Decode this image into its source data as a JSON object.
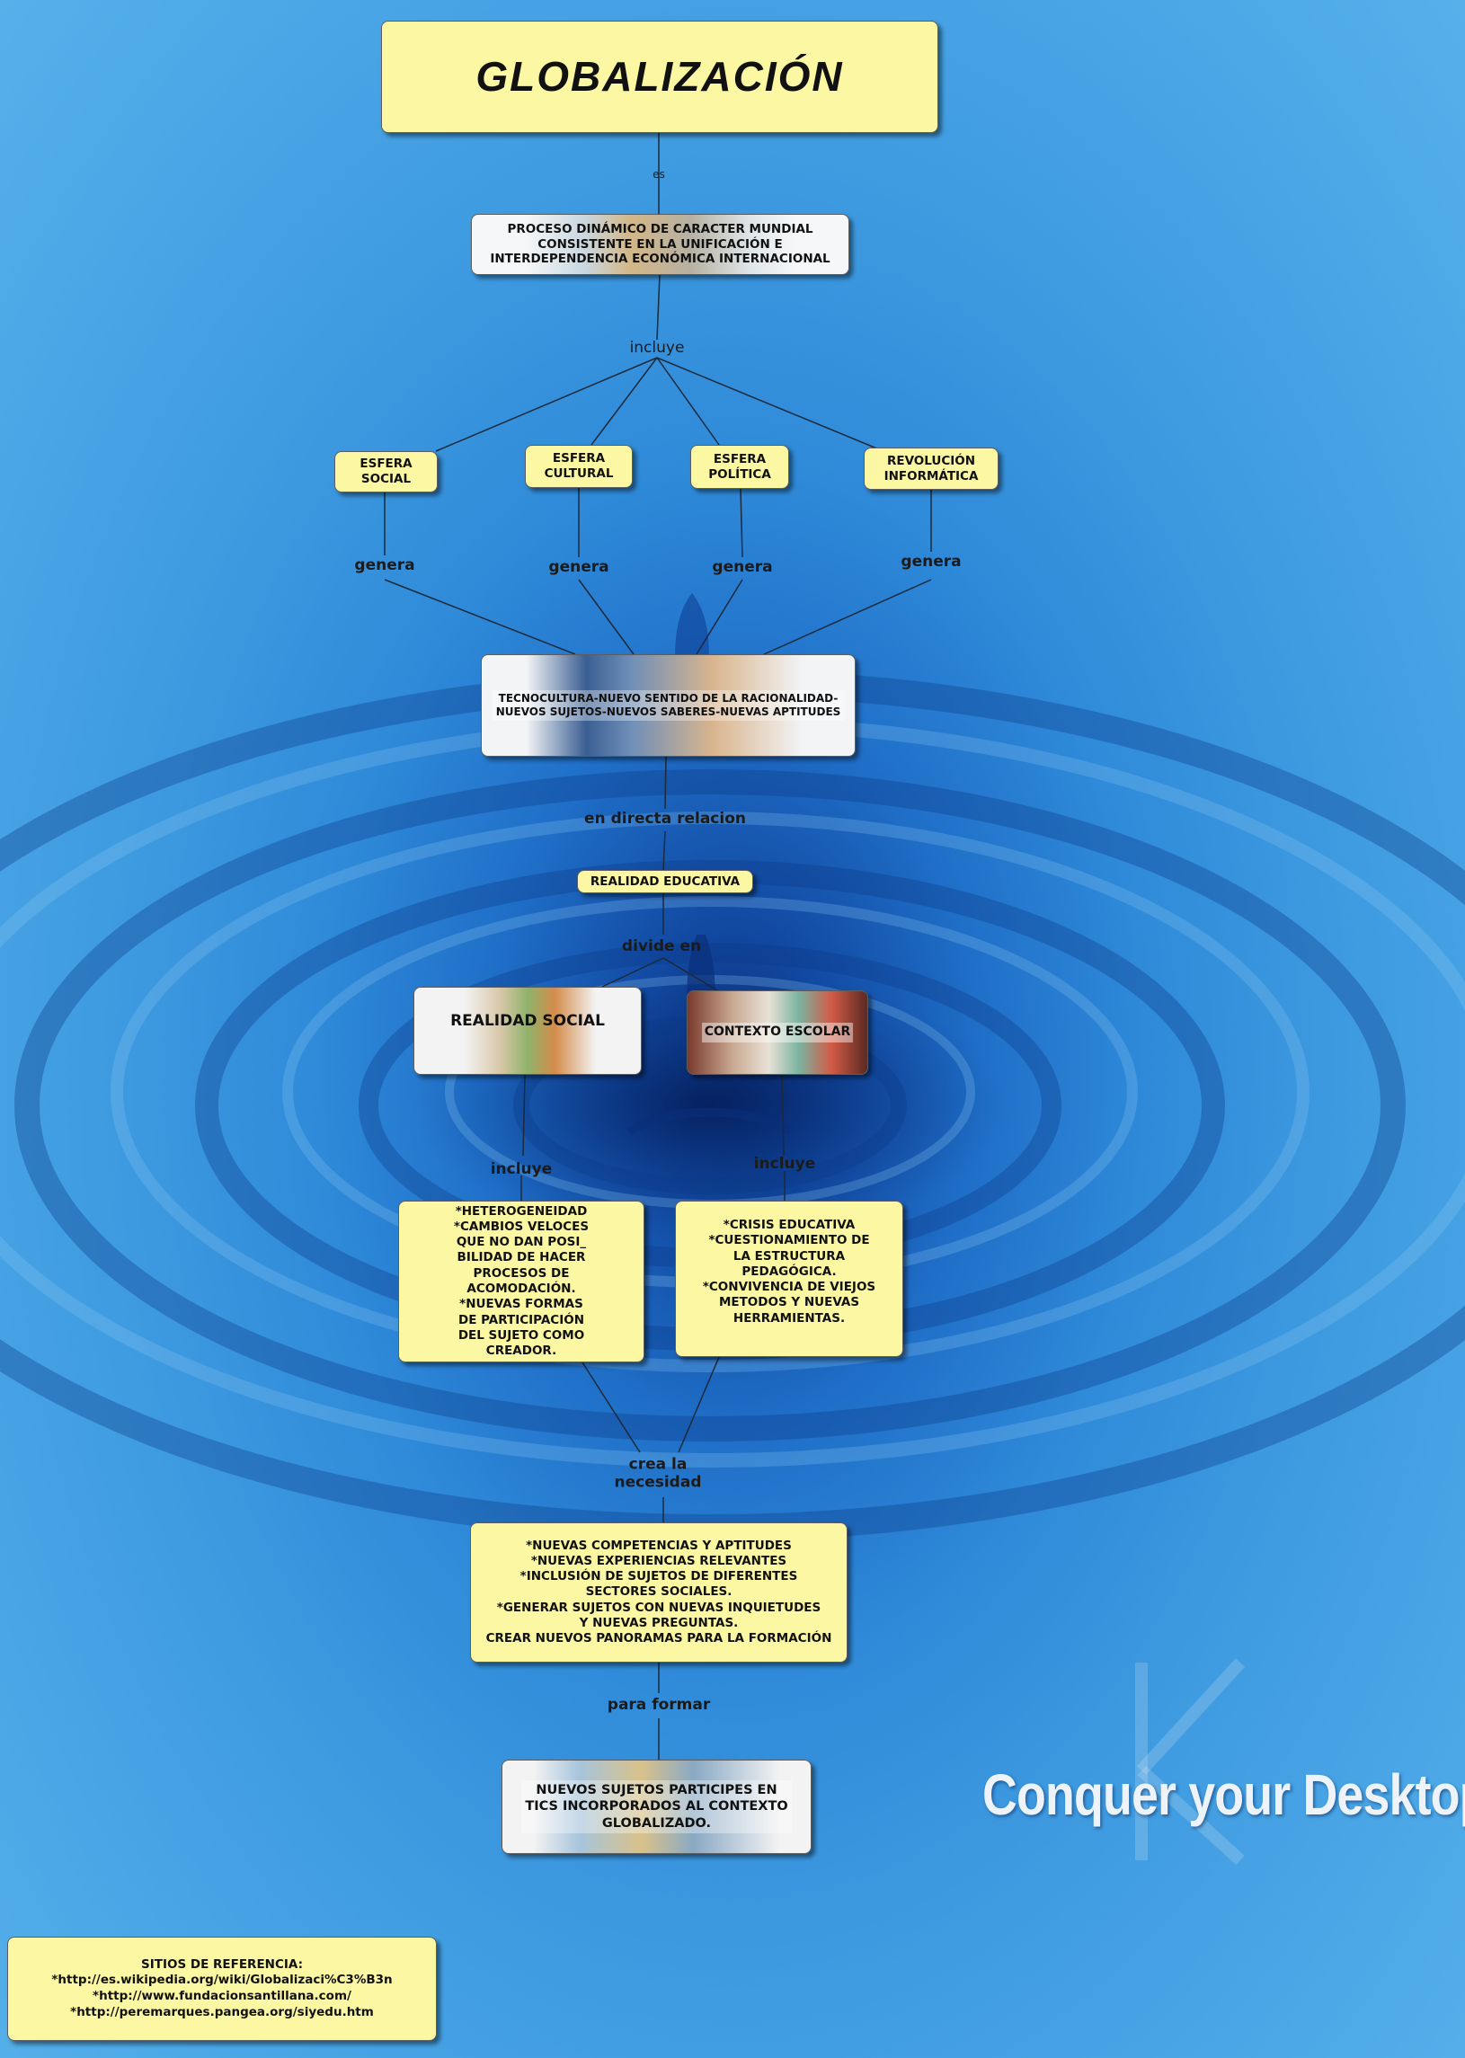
{
  "nodes": {
    "title": "GLOBALIZACIÓN",
    "proceso": "PROCESO DINÁMICO DE CARACTER MUNDIAL\nCONSISTENTE EN LA UNIFICACIÓN E\nINTERDEPENDENCIA ECONÓMICA INTERNACIONAL",
    "esfera_social": "ESFERA\nSOCIAL",
    "esfera_cultural": "ESFERA\nCULTURAL",
    "esfera_politica": "ESFERA\nPOLÍTICA",
    "revolucion": "REVOLUCIÓN\nINFORMÁTICA",
    "tecnocultura": "TECNOCULTURA-NUEVO SENTIDO DE LA RACIONALIDAD-\nNUEVOS SUJETOS-NUEVOS SABERES-NUEVAS APTITUDES",
    "realidad_educativa": "REALIDAD EDUCATIVA",
    "realidad_social": "REALIDAD SOCIAL",
    "contexto_escolar": "CONTEXTO ESCOLAR",
    "heterogeneidad": "*HETEROGENEIDAD\n*CAMBIOS VELOCES\nQUE NO DAN POSI_\nBILIDAD DE HACER\nPROCESOS DE\nACOMODACIÓN.\n*NUEVAS FORMAS\nDE PARTICIPACIÓN\nDEL SUJETO COMO\nCREADOR.",
    "crisis": "*CRISIS EDUCATIVA\n*CUESTIONAMIENTO DE\nLA ESTRUCTURA\nPEDAGÓGICA.\n*CONVIVENCIA DE VIEJOS\nMETODOS Y NUEVAS\nHERRAMIENTAS.",
    "competencias": "*NUEVAS COMPETENCIAS Y APTITUDES\n*NUEVAS EXPERIENCIAS RELEVANTES\n*INCLUSIÓN DE SUJETOS DE DIFERENTES\nSECTORES SOCIALES.\n*GENERAR SUJETOS CON NUEVAS INQUIETUDES\nY NUEVAS PREGUNTAS.\nCREAR NUEVOS PANORAMAS PARA LA FORMACIÓN",
    "nuevos_sujetos": "NUEVOS SUJETOS PARTICIPES EN\nTICS INCORPORADOS AL CONTEXTO\nGLOBALIZADO.",
    "referencias": "SITIOS DE REFERENCIA:\n*http://es.wikipedia.org/wiki/Globalizaci%C3%B3n\n*http://www.fundacionsantillana.com/\n*http://peremarques.pangea.org/siyedu.htm"
  },
  "links": {
    "es": "es",
    "incluye_1": "incluye",
    "genera_social": "genera",
    "genera_cultural": "genera",
    "genera_politica": "genera",
    "genera_revolucion": "genera",
    "en_directa": "en directa relacion",
    "divide_en": "divide en",
    "incluye_social": "incluye",
    "incluye_escolar": "incluye",
    "crea": "crea la\nnecesidad",
    "para_formar": "para formar"
  },
  "background": {
    "brand_text": "Conquer your Desktop"
  },
  "colors": {
    "node_yellow": "#fbf7a3",
    "wire": "#1c2a3a",
    "water_deep": "#0a2f7a",
    "water_light": "#56b0ea"
  }
}
